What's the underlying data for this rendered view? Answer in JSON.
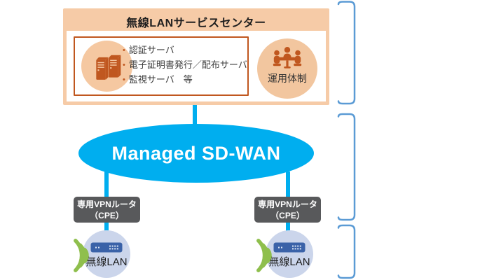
{
  "service_center": {
    "title": "無線LANサービスセンター",
    "servers": {
      "items": [
        "認証サーバ",
        "電子証明書発行／配布サーバ",
        "監視サーバ　等"
      ]
    },
    "operation": {
      "label": "運用体制"
    }
  },
  "network": {
    "label": "Managed SD-WAN"
  },
  "sites": [
    {
      "router": {
        "line1": "専用VPNルータ",
        "line2": "（CPE）"
      },
      "lan": {
        "label": "無線LAN"
      }
    },
    {
      "router": {
        "line1": "専用VPNルータ",
        "line2": "（CPE）"
      },
      "lan": {
        "label": "無線LAN"
      }
    }
  ],
  "colors": {
    "peach_fill": "#F6CBA7",
    "peach_circle": "#F5C8A1",
    "orange_accent": "#C0571F",
    "cyan": "#00AEEF",
    "cpe_gray": "#58595B",
    "bracket_blue": "#5B9BD5",
    "wifi_green": "#8FBF4D",
    "lan_circle_fill": "#CBD5EB",
    "router_blue": "#3A62A8"
  }
}
